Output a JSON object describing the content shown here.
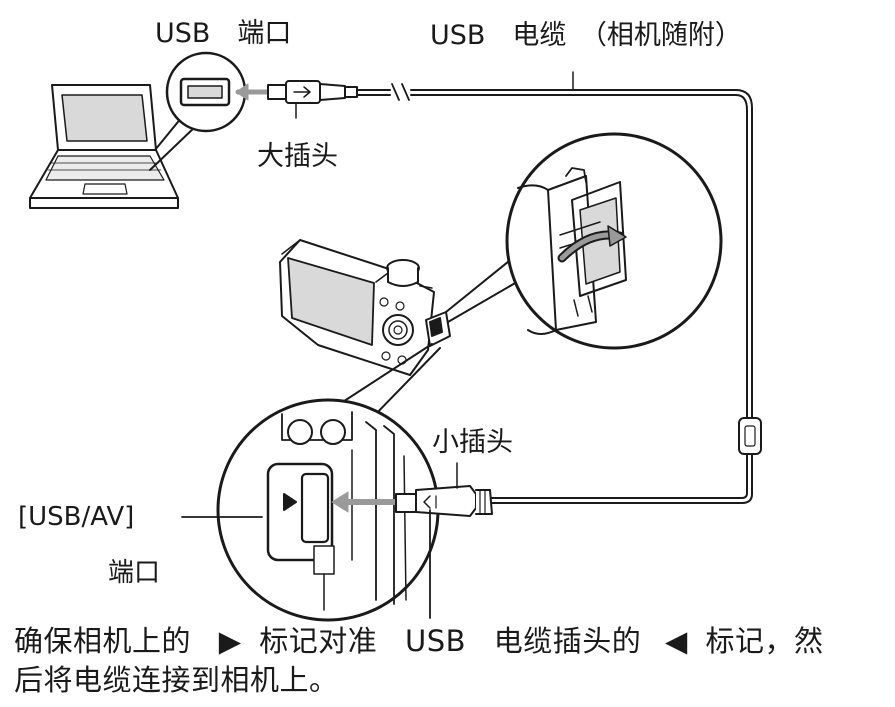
{
  "labels": {
    "usb_port_top": "USB　端口",
    "usb_cable": "USB　电缆　（相机随附）",
    "large_plug": "大插头",
    "small_plug": "小插头",
    "usb_av_port": "[USB/AV]",
    "port_word": "端口"
  },
  "instruction": {
    "part1": "确保相机上的",
    "mark_right": "▶",
    "part2": "标记对准",
    "usb": "USB",
    "part3": "电缆插头的",
    "mark_left": "◀",
    "part4": "标记，然",
    "line2": "后将电缆连接到相机上。"
  },
  "colors": {
    "ink": "#1a1a1a",
    "arrow_gray": "#9a9a9a",
    "screen_gray": "#d9d9d9"
  }
}
